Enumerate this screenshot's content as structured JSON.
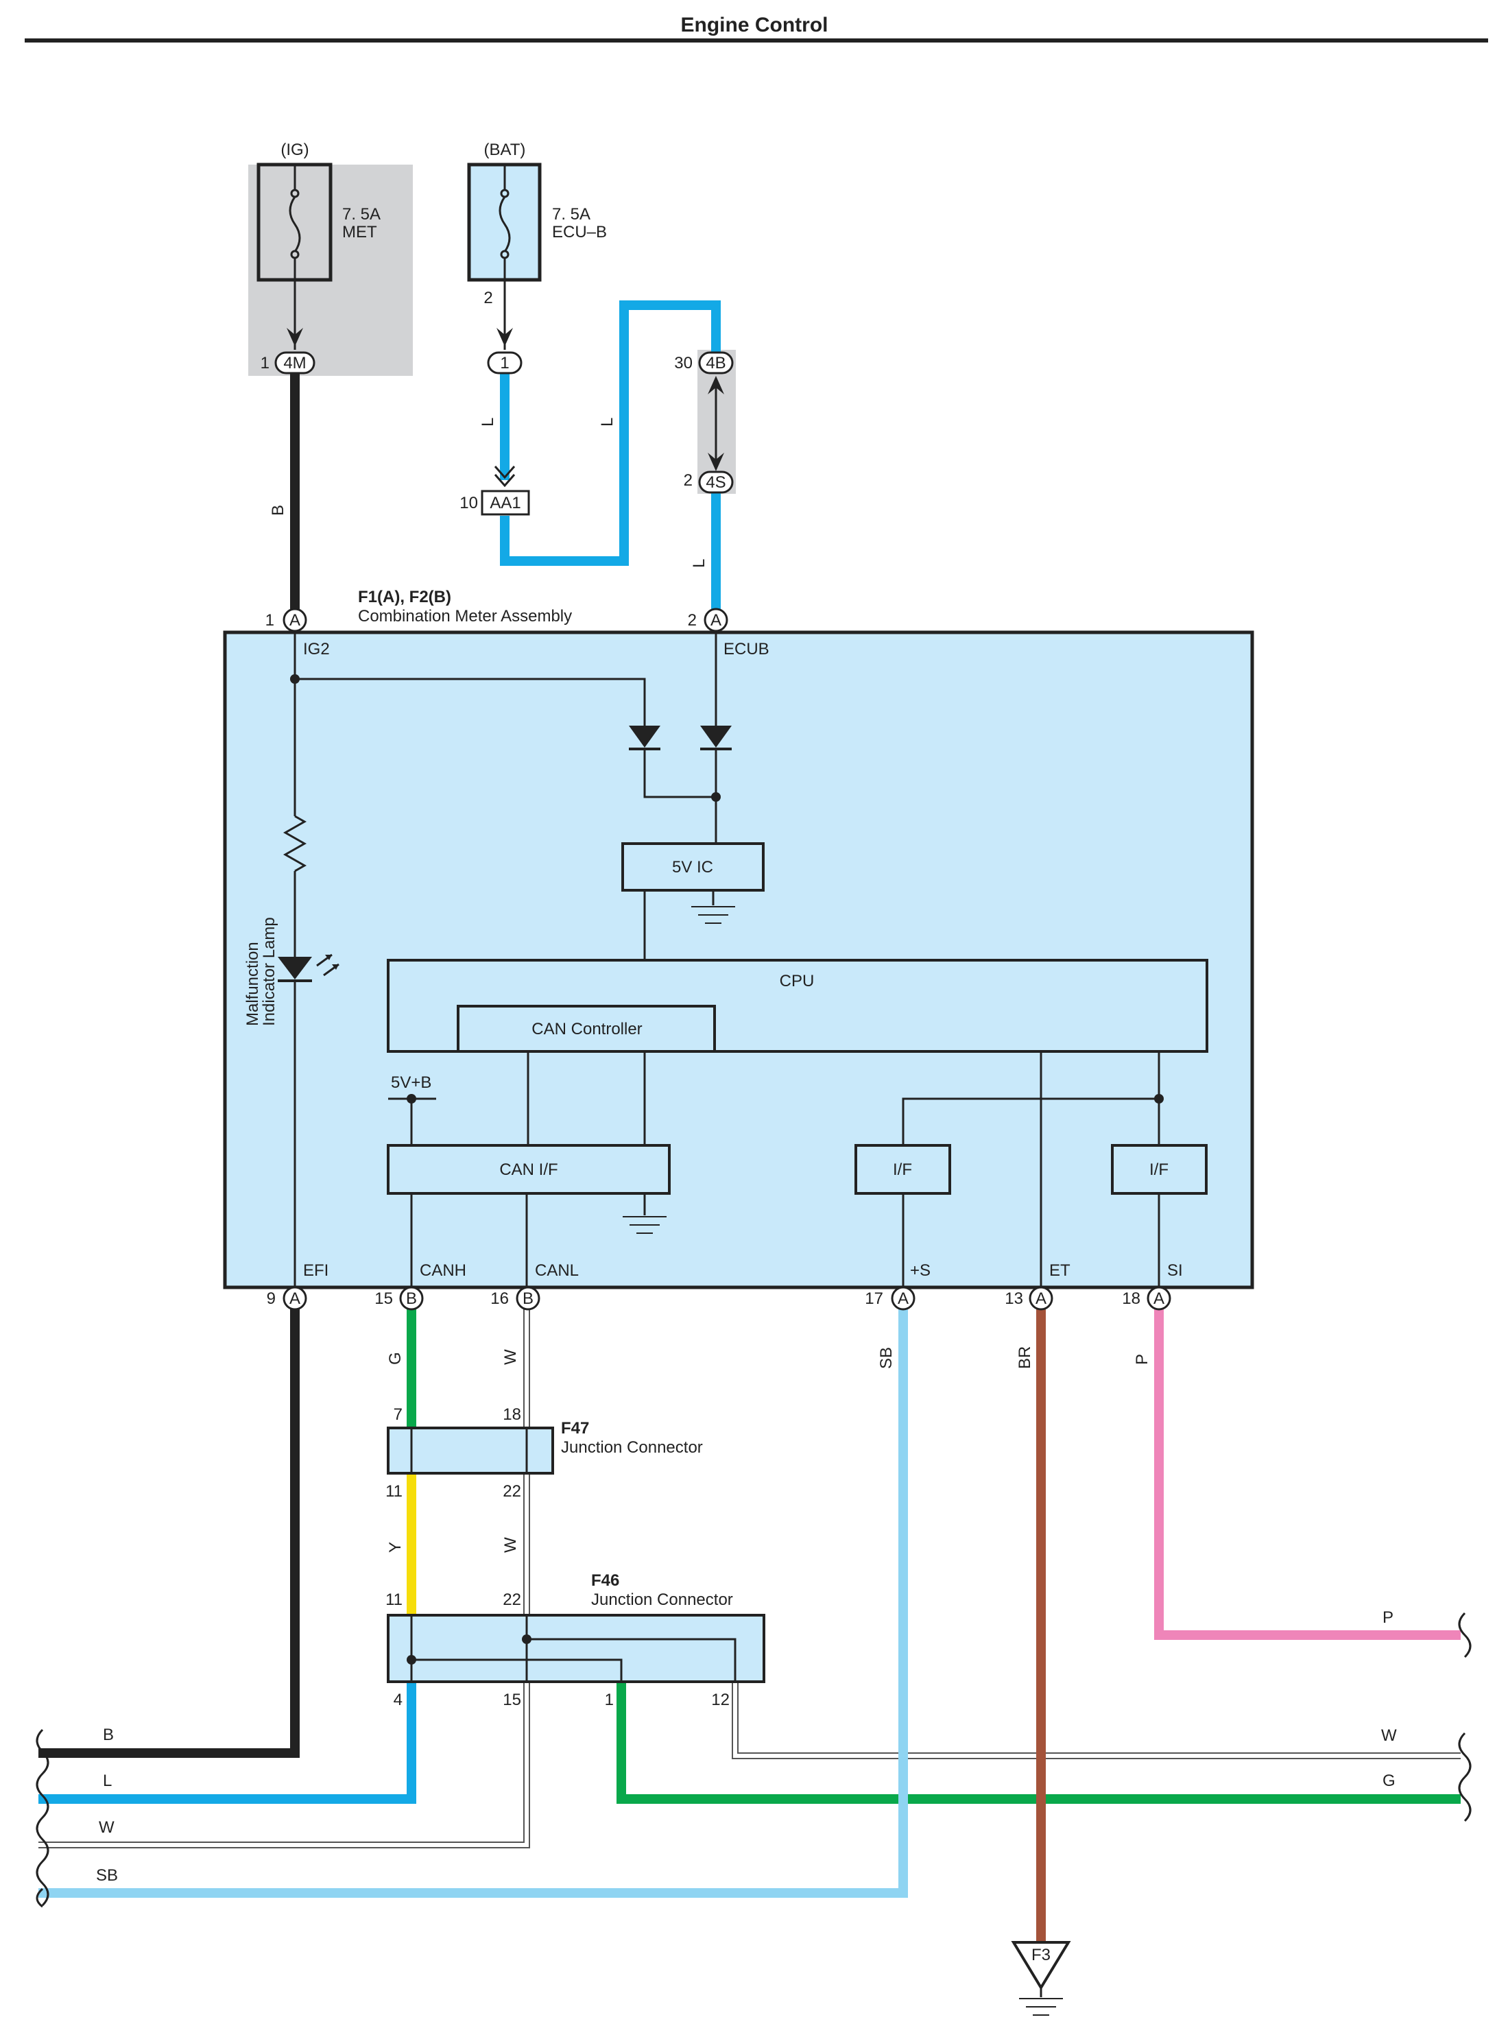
{
  "title": "Engine Control",
  "colors": {
    "B": "#222222",
    "L": "#13a9e6",
    "SB": "#8fd4f2",
    "W": "#ffffff",
    "G": "#09a84b",
    "Y": "#f6dd0a",
    "BR": "#a4533a",
    "P": "#ef85b9",
    "component_fill": "#c9e9fa",
    "relay_box_fill": "#d2d3d5"
  },
  "fuses": [
    {
      "source": "(IG)",
      "rating": "7. 5A",
      "name": "MET"
    },
    {
      "source": "(BAT)",
      "rating": "7. 5A",
      "name": "ECU–B",
      "pin": "2"
    }
  ],
  "connectors": {
    "c4M": {
      "pin": "1",
      "label": "4M"
    },
    "c1": {
      "label": "1"
    },
    "aa1": {
      "pin": "10",
      "label": "AA1"
    },
    "c4B": {
      "pin": "30",
      "label": "4B"
    },
    "c4S": {
      "pin": "2",
      "label": "4S"
    }
  },
  "meter": {
    "ids": "F1(A), F2(B)",
    "name": "Combination Meter Assembly",
    "terminals": {
      "ig2": {
        "pin": "1",
        "conn": "A",
        "label": "IG2"
      },
      "ecub": {
        "pin": "2",
        "conn": "A",
        "label": "ECUB"
      },
      "efi": {
        "pin": "9",
        "conn": "A",
        "label": "EFI"
      },
      "canh": {
        "pin": "15",
        "conn": "B",
        "label": "CANH"
      },
      "canl": {
        "pin": "16",
        "conn": "B",
        "label": "CANL"
      },
      "plus_s": {
        "pin": "17",
        "conn": "A",
        "label": "+S"
      },
      "et": {
        "pin": "13",
        "conn": "A",
        "label": "ET"
      },
      "si": {
        "pin": "18",
        "conn": "A",
        "label": "SI"
      }
    },
    "blocks": {
      "ic": "5V IC",
      "cpu": "CPU",
      "can_controller": "CAN Controller",
      "can_if": "CAN I/F",
      "if1": "I/F",
      "if2": "I/F",
      "supply": "5V+B"
    },
    "lamp_line1": "Malfunction",
    "lamp_line2": "Indicator Lamp"
  },
  "f47": {
    "id": "F47",
    "name": "Junction Connector",
    "pins": {
      "t7": "7",
      "t18": "18",
      "t11": "11",
      "t22": "22"
    }
  },
  "f46": {
    "id": "F46",
    "name": "Junction Connector",
    "pins": {
      "t11": "11",
      "t22": "22",
      "t4": "4",
      "t15": "15",
      "t1": "1",
      "t12": "12"
    }
  },
  "ground": {
    "label": "F3"
  },
  "wire_labels": {
    "b_vertical": "B",
    "l_bat": "L",
    "l_loop": "L",
    "l_meter": "L",
    "g_canh": "G",
    "w_canl": "W",
    "y_lower": "Y",
    "w_lower": "W",
    "sb": "SB",
    "br": "BR",
    "p": "P",
    "out_b": "B",
    "out_l": "L",
    "out_w": "W",
    "out_sb": "SB",
    "out_p": "P",
    "out_w_right": "W",
    "out_g": "G"
  }
}
